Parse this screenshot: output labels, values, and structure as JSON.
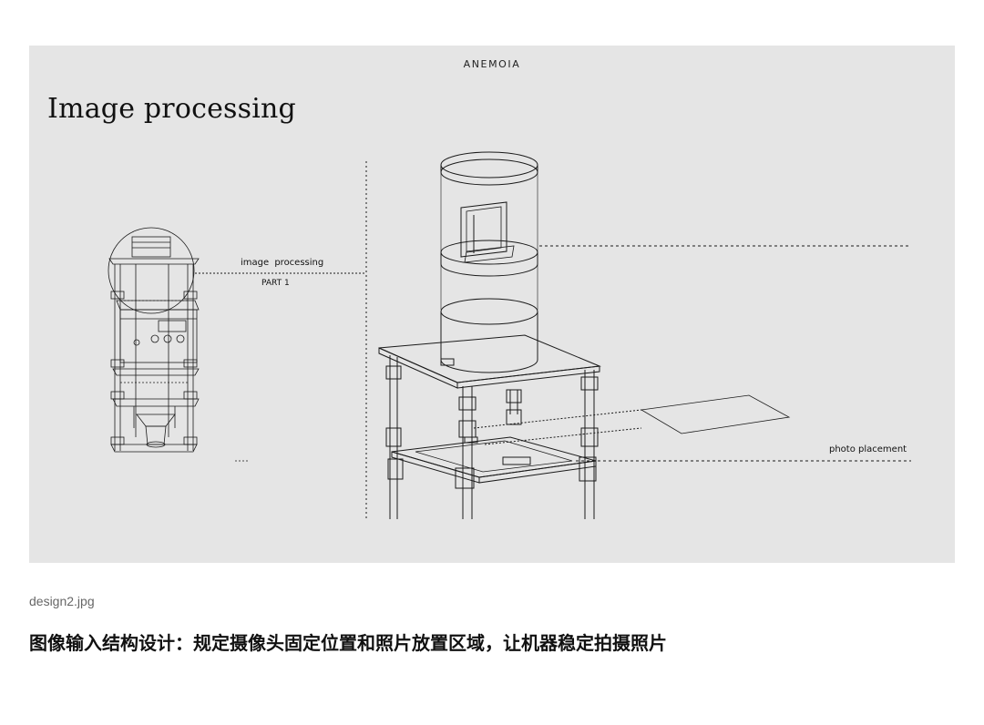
{
  "figure": {
    "brand": "ANEMOIA",
    "title": "Image processing",
    "labels": {
      "image_processing": "image  processing",
      "part": "PART 1",
      "photo_placement": "photo placement"
    }
  },
  "filename": "design2.jpg",
  "caption": "图像输入结构设计：规定摄像头固定位置和照片放置区域，让机器稳定拍摄照片"
}
